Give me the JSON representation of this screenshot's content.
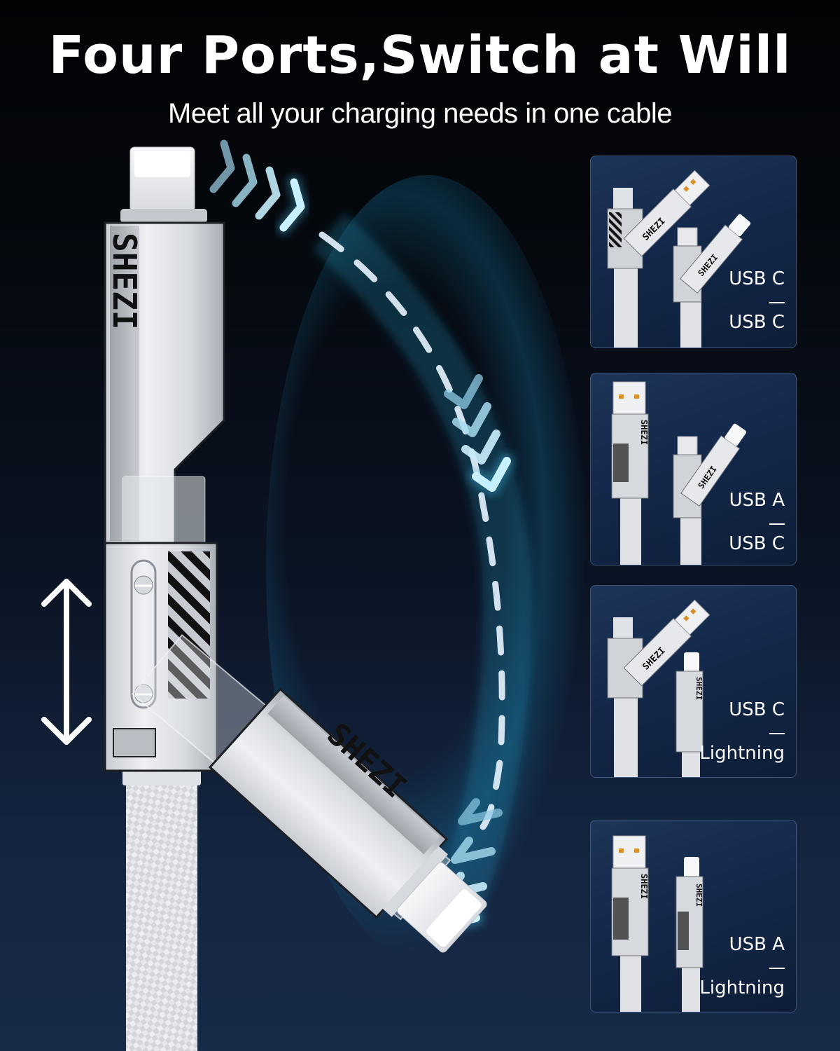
{
  "headline": "Four Ports,Switch at Will",
  "subheadline": "Meet all your charging needs in one cable",
  "brand": "SHEZI",
  "colors": {
    "background_top": "#020305",
    "background_bottom": "#172a47",
    "glow": "#2ab8e0",
    "panel_bg": "#13284a",
    "text": "#ffffff",
    "usb_a_pin": "#d9922a"
  },
  "icons": {
    "swap_arrow": "double-vertical-arrow-icon",
    "arc_chevrons": "chevron-arrows-icon"
  },
  "panels": [
    {
      "top_label": "USB C",
      "separator": "—",
      "bottom_label": "USB C"
    },
    {
      "top_label": "USB A",
      "separator": "—",
      "bottom_label": "USB C"
    },
    {
      "top_label": "USB C",
      "separator": "—",
      "bottom_label": "Lightning"
    },
    {
      "top_label": "USB A",
      "separator": "—",
      "bottom_label": "Lightning"
    }
  ]
}
